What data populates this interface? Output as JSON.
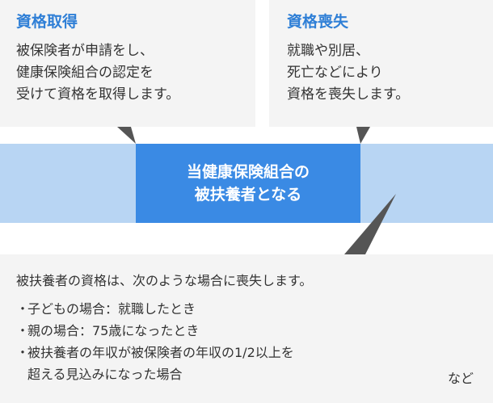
{
  "acquisition": {
    "title": "資格取得",
    "lines": [
      "被保険者が申請をし、",
      "健康保険組合の認定を",
      "受けて資格を取得します。"
    ]
  },
  "loss": {
    "title": "資格喪失",
    "lines": [
      "就職や別居、",
      "死亡などにより",
      "資格を喪失します。"
    ]
  },
  "center": {
    "lines": [
      "当健康保険組合の",
      "被扶養者となる"
    ]
  },
  "conditions": {
    "intro": "被扶養者の資格は、次のような場合に喪失します。",
    "bullet": "・",
    "items": [
      {
        "lines": [
          "子どもの場合：就職したとき"
        ]
      },
      {
        "lines": [
          "親の場合：75歳になったとき"
        ]
      },
      {
        "lines": [
          "被扶養者の年収が被保険者の年収の1/2以上を",
          "超える見込みになった場合"
        ]
      }
    ],
    "etc": "など"
  },
  "colors": {
    "title_blue": "#2f7fd6",
    "center_blue": "#3a8ae4",
    "band_blue": "#b8d5f3",
    "box_gray": "#f4f4f4",
    "arrow_gray": "#555555"
  }
}
